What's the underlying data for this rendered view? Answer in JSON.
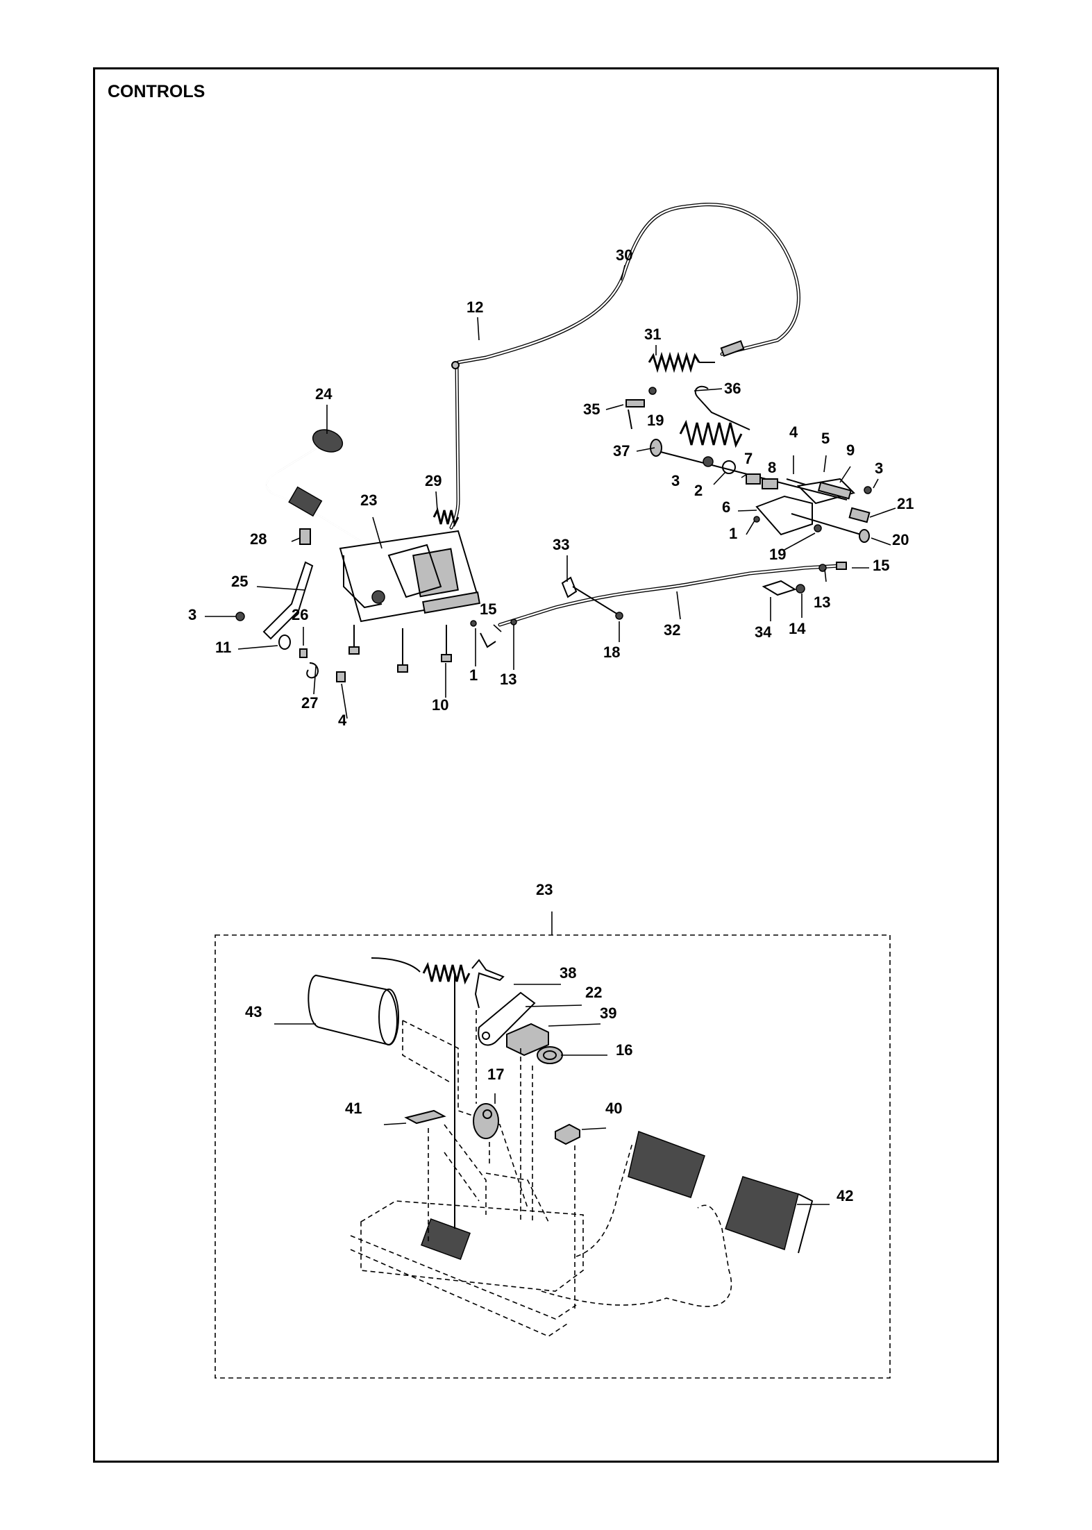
{
  "page": {
    "title": "CONTROLS"
  },
  "labels": [
    {
      "id": "L30",
      "text": "30"
    },
    {
      "id": "L12",
      "text": "12"
    },
    {
      "id": "L31",
      "text": "31"
    },
    {
      "id": "L36",
      "text": "36"
    },
    {
      "id": "L35",
      "text": "35"
    },
    {
      "id": "L19a",
      "text": "19"
    },
    {
      "id": "L24",
      "text": "24"
    },
    {
      "id": "L37",
      "text": "37"
    },
    {
      "id": "L4a",
      "text": "4"
    },
    {
      "id": "L5",
      "text": "5"
    },
    {
      "id": "L9",
      "text": "9"
    },
    {
      "id": "L7",
      "text": "7"
    },
    {
      "id": "L8",
      "text": "8"
    },
    {
      "id": "L3a",
      "text": "3"
    },
    {
      "id": "L2",
      "text": "2"
    },
    {
      "id": "L3b",
      "text": "3"
    },
    {
      "id": "L29",
      "text": "29"
    },
    {
      "id": "L23a",
      "text": "23"
    },
    {
      "id": "L6",
      "text": "6"
    },
    {
      "id": "L21",
      "text": "21"
    },
    {
      "id": "L1a",
      "text": "1"
    },
    {
      "id": "L20",
      "text": "20"
    },
    {
      "id": "L28",
      "text": "28"
    },
    {
      "id": "L33",
      "text": "33"
    },
    {
      "id": "L19b",
      "text": "19"
    },
    {
      "id": "L15a",
      "text": "15"
    },
    {
      "id": "L25",
      "text": "25"
    },
    {
      "id": "L13a",
      "text": "13"
    },
    {
      "id": "L3c",
      "text": "3"
    },
    {
      "id": "L26",
      "text": "26"
    },
    {
      "id": "L15b",
      "text": "15"
    },
    {
      "id": "L32",
      "text": "32"
    },
    {
      "id": "L34",
      "text": "34"
    },
    {
      "id": "L14",
      "text": "14"
    },
    {
      "id": "L11",
      "text": "11"
    },
    {
      "id": "L18",
      "text": "18"
    },
    {
      "id": "L1b",
      "text": "1"
    },
    {
      "id": "L13b",
      "text": "13"
    },
    {
      "id": "L27",
      "text": "27"
    },
    {
      "id": "L10",
      "text": "10"
    },
    {
      "id": "L4b",
      "text": "4"
    },
    {
      "id": "L23b",
      "text": "23"
    },
    {
      "id": "L38",
      "text": "38"
    },
    {
      "id": "L22",
      "text": "22"
    },
    {
      "id": "L43",
      "text": "43"
    },
    {
      "id": "L39",
      "text": "39"
    },
    {
      "id": "L16",
      "text": "16"
    },
    {
      "id": "L17",
      "text": "17"
    },
    {
      "id": "L41",
      "text": "41"
    },
    {
      "id": "L40",
      "text": "40"
    },
    {
      "id": "L42",
      "text": "42"
    }
  ]
}
